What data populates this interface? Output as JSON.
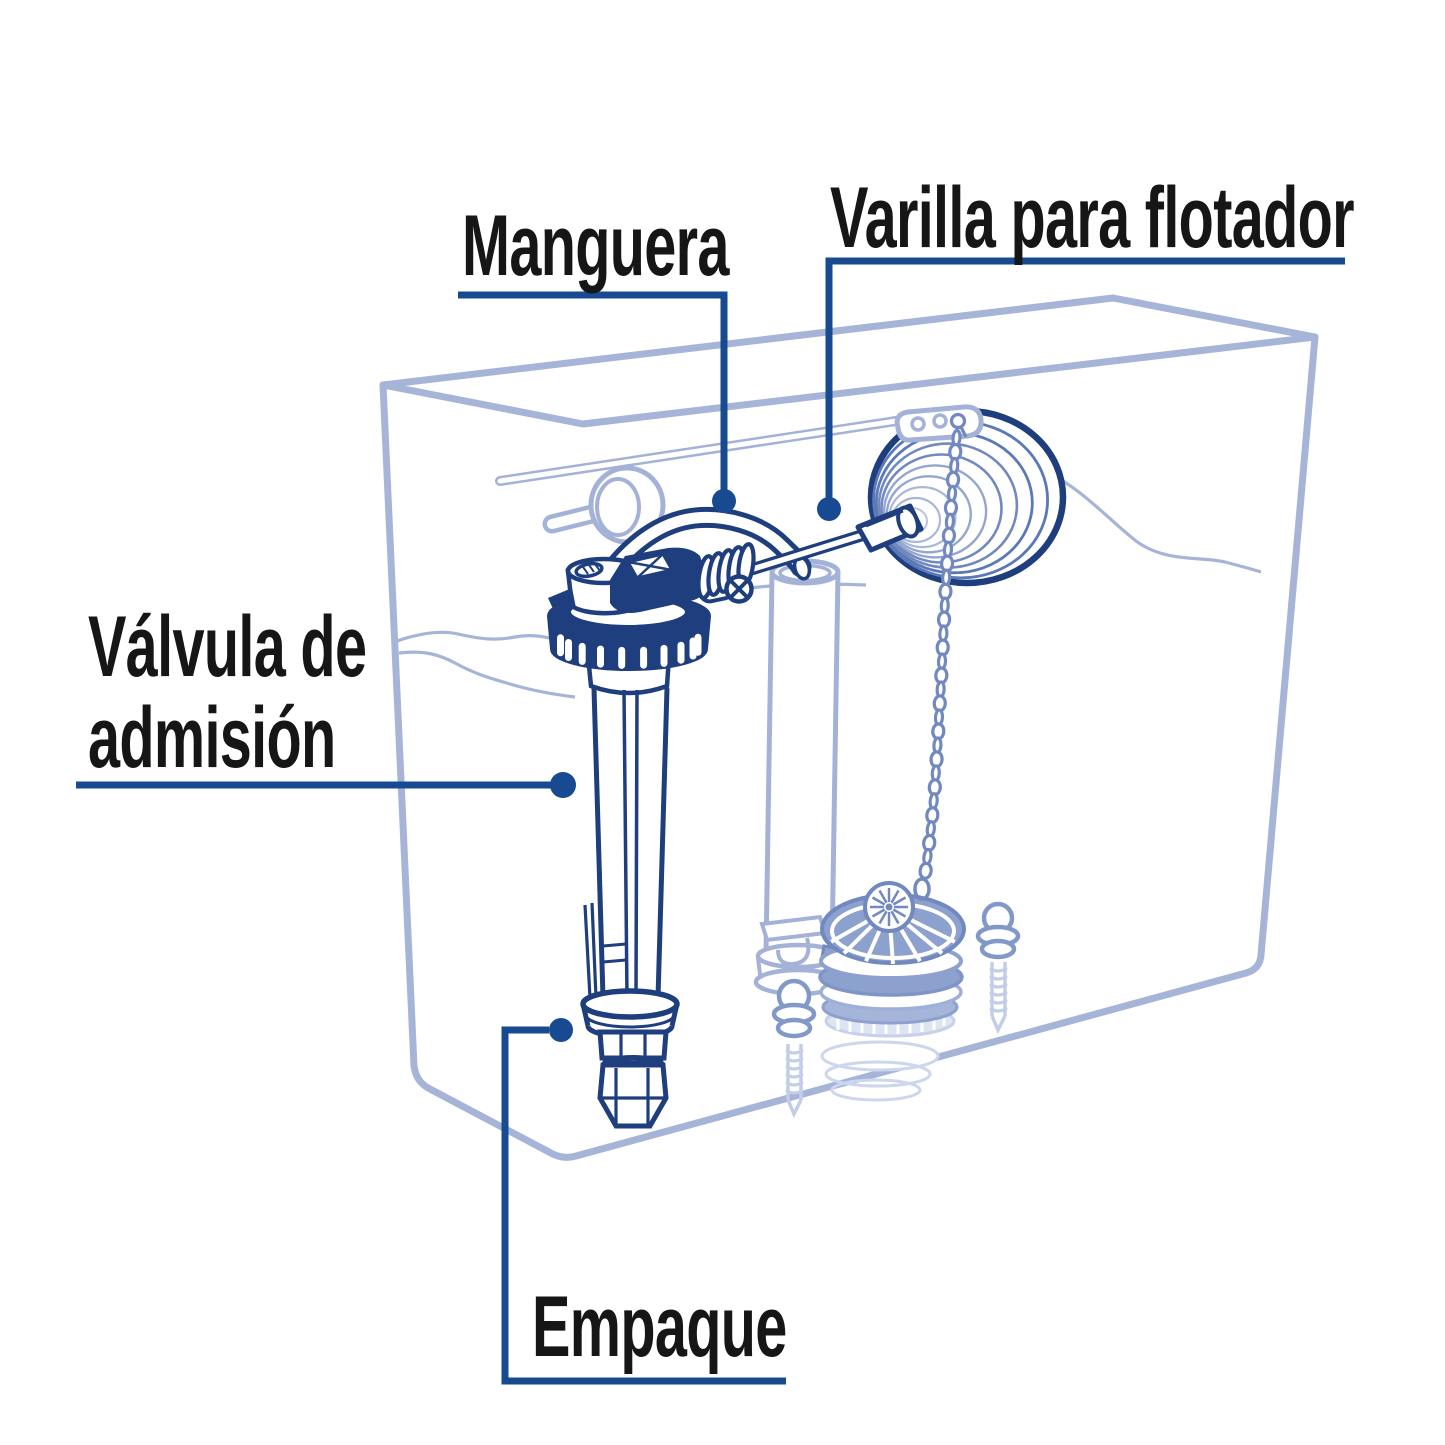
{
  "diagram_subject": "toilet tank fill valve exploded diagram",
  "labels": {
    "manguera": "Manguera",
    "varilla": "Varilla para flotador",
    "valvula_line1": "Válvula de",
    "valvula_line2": "admisión",
    "empaque": "Empaque"
  },
  "colors": {
    "background": "#ffffff",
    "label_text": "#161616",
    "leader_blue": "#174a90",
    "product_navy": "#1e3e7e",
    "tank_light_blue": "#a6b4d8",
    "mid_blue": "#7289bf",
    "flapper_blue": "#8ca1cd",
    "ghost_blue": "#c5cfe9"
  }
}
